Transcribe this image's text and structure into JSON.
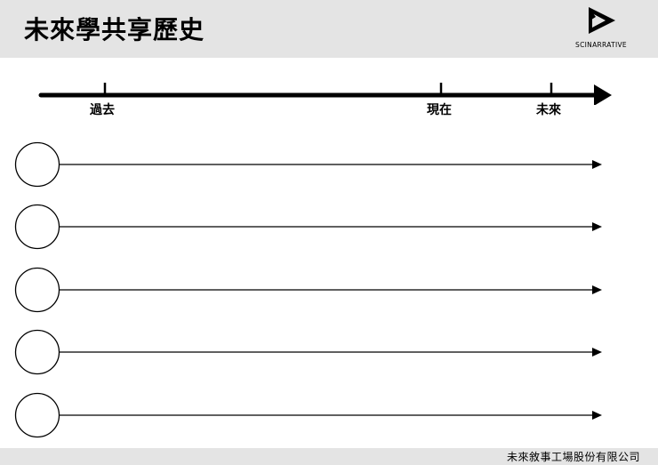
{
  "header": {
    "title": "未來學共享歷史"
  },
  "logo": {
    "icon": "play-triangle-icon",
    "text": "SCINARRATIVE"
  },
  "timeline": {
    "labels": {
      "past": "過去",
      "present": "現在",
      "future": "未來"
    }
  },
  "rows": {
    "count": 5
  },
  "footer": {
    "company": "未來敘事工場股份有限公司"
  }
}
